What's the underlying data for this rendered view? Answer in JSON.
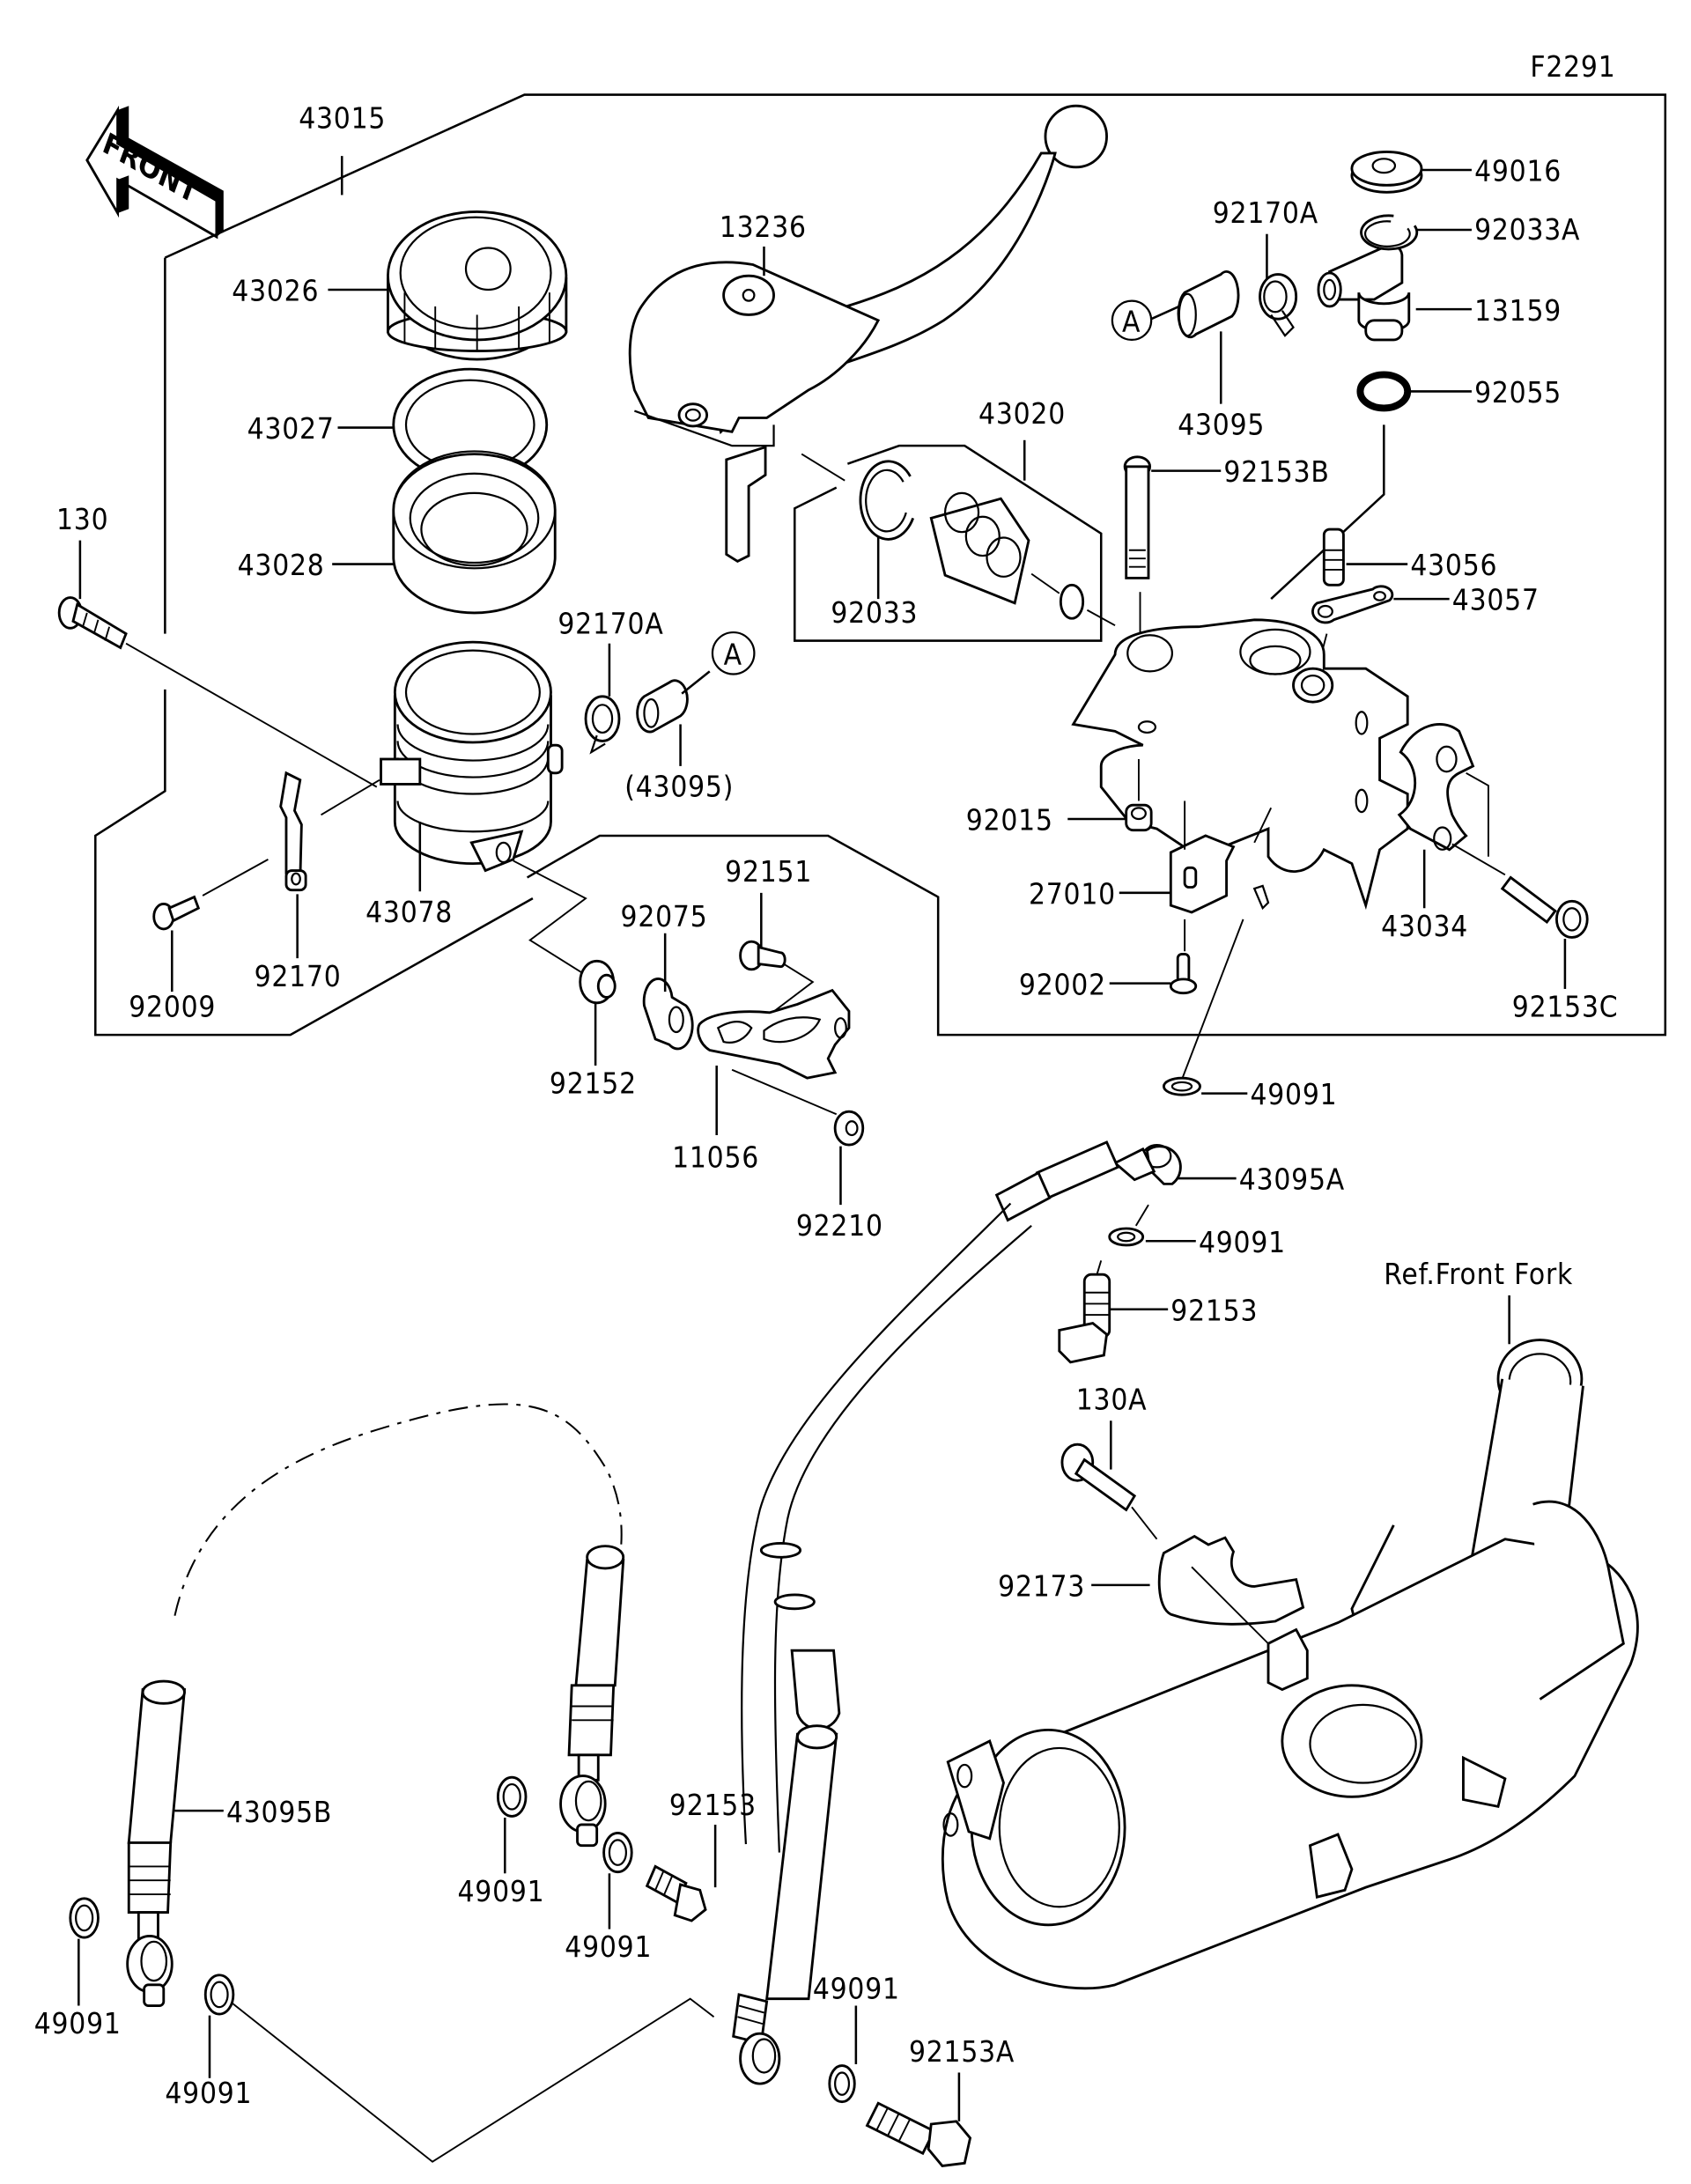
{
  "diagram": {
    "figure_id": "F2291",
    "direction_marker": "FRONT",
    "reference_note": "Ref.Front Fork",
    "connector_marker": "A"
  },
  "labels": {
    "p43015": "43015",
    "p43026": "43026",
    "p43027": "43027",
    "p43028": "43028",
    "p130": "130",
    "p92170A_left": "92170A",
    "p43095_paren": "(43095)",
    "p43078": "43078",
    "p92170": "92170",
    "p92009": "92009",
    "p13236": "13236",
    "p43020": "43020",
    "p92033": "92033",
    "p92170A_right": "92170A",
    "p43095": "43095",
    "p49016": "49016",
    "p92033A": "92033A",
    "p13159": "13159",
    "p92055": "92055",
    "p92153B": "92153B",
    "p43056": "43056",
    "p43057": "43057",
    "p92015": "92015",
    "p27010": "27010",
    "p92002": "92002",
    "p43034": "43034",
    "p92153C": "92153C",
    "p92151": "92151",
    "p92075": "92075",
    "p92152": "92152",
    "p11056": "11056",
    "p92210": "92210",
    "p49091_a": "49091",
    "p43095A": "43095A",
    "p49091_b": "49091",
    "p92153_a": "92153",
    "p130A": "130A",
    "p92173": "92173",
    "p43095B": "43095B",
    "p49091_c": "49091",
    "p49091_d": "49091",
    "p92153_b": "92153",
    "p49091_e": "49091",
    "p49091_f": "49091",
    "p49091_g": "49091",
    "p92153A": "92153A"
  }
}
